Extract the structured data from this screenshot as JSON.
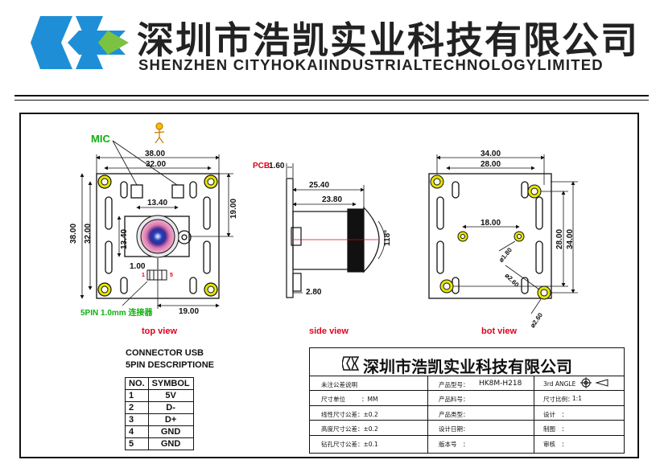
{
  "header": {
    "company_cn": "深圳市浩凯实业科技有限公司",
    "company_en": "SHENZHEN CITYHOKAIINDUSTRIALTECHNOLOGYLIMITED",
    "logo_colors": [
      "#1e8fd6",
      "#7cc242"
    ]
  },
  "top_view": {
    "title": "top view",
    "mic_label": "MIC",
    "pin_label": "5PIN 1.0mm 连接器",
    "dims": {
      "w_outer": "38.00",
      "w_inner": "32.00",
      "w_mid": "13.40",
      "h_outer": "38.00",
      "h_inner": "32.00",
      "h_mid": "13.40",
      "h_right": "19.00",
      "pitch": "1.00",
      "bottom": "19.00"
    },
    "pin_marks": {
      "left": "1",
      "right": "5"
    }
  },
  "side_view": {
    "title": "side view",
    "pcb_label": "PCB",
    "dims": {
      "thickness": "1.60",
      "len1": "25.40",
      "len2": "23.80",
      "angle": "118°",
      "bottom": "2.80"
    }
  },
  "bot_view": {
    "title": "bot view",
    "dims": {
      "w_outer": "34.00",
      "w_inner": "28.00",
      "spacing": "18.00",
      "h_inner": "28.00",
      "h_outer": "34.00",
      "d1": "⌀1.80",
      "d2": "⌀2.60",
      "d3": "⌀2.60"
    }
  },
  "connector": {
    "title_line1": "CONNECTOR USB",
    "title_line2": "5PIN DESCRIPTIONE",
    "headers": [
      "NO.",
      "SYMBOL"
    ],
    "rows": [
      [
        "1",
        "5V"
      ],
      [
        "2",
        "D-"
      ],
      [
        "3",
        "D+"
      ],
      [
        "4",
        "GND"
      ],
      [
        "5",
        "GND"
      ]
    ]
  },
  "title_block": {
    "company": "深圳市浩凯实业科技有限公司",
    "rows": [
      [
        "未注公差说明",
        "产品型号：",
        "HK8M-H218",
        "3rd ANGLE"
      ],
      [
        "尺寸单位",
        "：MM",
        "产品料号：",
        "",
        "尺寸比例：",
        "1:1"
      ],
      [
        "线性尺寸公差：±0.2",
        "产品类型：",
        "设计　："
      ],
      [
        "高度尺寸公差：±0.2",
        "设计日期：",
        "制图　："
      ],
      [
        "钻孔尺寸公差：±0.1",
        "版本号　：",
        "审核　："
      ]
    ]
  },
  "colors": {
    "red": "#e0001b",
    "green": "#10b010",
    "hole_yellow": "#e6e600",
    "lens_pink": "#e07ab0",
    "lens_blue": "#2040c0"
  }
}
